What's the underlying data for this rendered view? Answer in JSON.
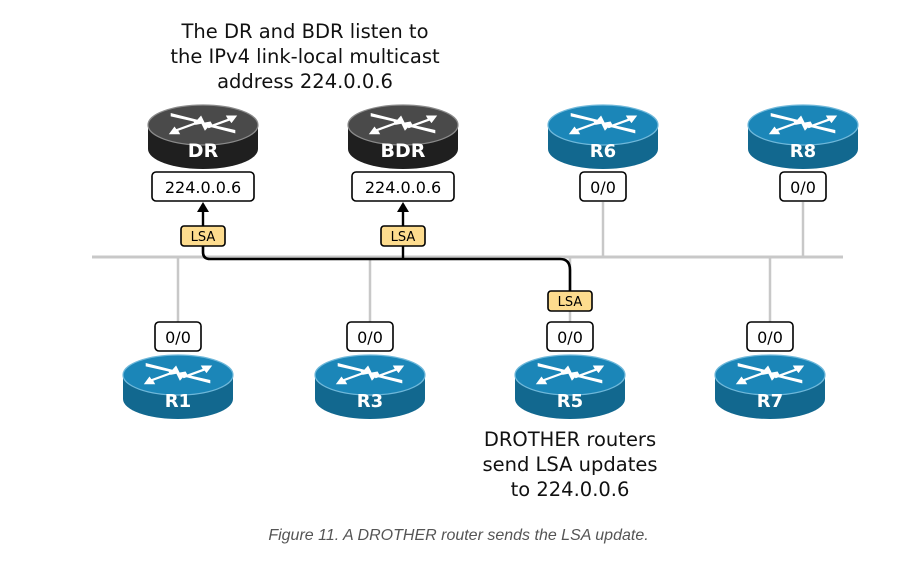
{
  "notes": {
    "top": "The DR and BDR listen to\nthe IPv4 link-local multicast\naddress 224.0.0.6",
    "bottom": "DROTHER routers\nsend LSA updates\nto 224.0.0.6"
  },
  "caption": "Figure 11. A DROTHER router sends the LSA update.",
  "colors": {
    "router_blue_top": "#1b86b8",
    "router_blue_side": "#12688f",
    "router_dark_top": "#4a4a4a",
    "router_dark_side": "#1f1f1f",
    "bus": "#c8c8c8",
    "lsa_path": "#000000",
    "lsa_fill": "#fddc8e"
  },
  "routers": [
    {
      "id": "dr",
      "name": "DR",
      "role": "DR",
      "style": "dark",
      "row": "top",
      "interface": "224.0.0.6"
    },
    {
      "id": "bdr",
      "name": "BDR",
      "role": "BDR",
      "style": "dark",
      "row": "top",
      "interface": "224.0.0.6"
    },
    {
      "id": "r6",
      "name": "R6",
      "role": "DROTHER",
      "style": "blue",
      "row": "top",
      "interface": "0/0"
    },
    {
      "id": "r8",
      "name": "R8",
      "role": "DROTHER",
      "style": "blue",
      "row": "top",
      "interface": "0/0"
    },
    {
      "id": "r1",
      "name": "R1",
      "role": "DROTHER",
      "style": "blue",
      "row": "bottom",
      "interface": "0/0"
    },
    {
      "id": "r3",
      "name": "R3",
      "role": "DROTHER",
      "style": "blue",
      "row": "bottom",
      "interface": "0/0"
    },
    {
      "id": "r5",
      "name": "R5",
      "role": "DROTHER",
      "style": "blue",
      "row": "bottom",
      "interface": "0/0"
    },
    {
      "id": "r7",
      "name": "R7",
      "role": "DROTHER",
      "style": "blue",
      "row": "bottom",
      "interface": "0/0"
    }
  ],
  "lsa_label": "LSA",
  "lsa_flow": {
    "source": "r5",
    "destinations": [
      "dr",
      "bdr"
    ]
  }
}
